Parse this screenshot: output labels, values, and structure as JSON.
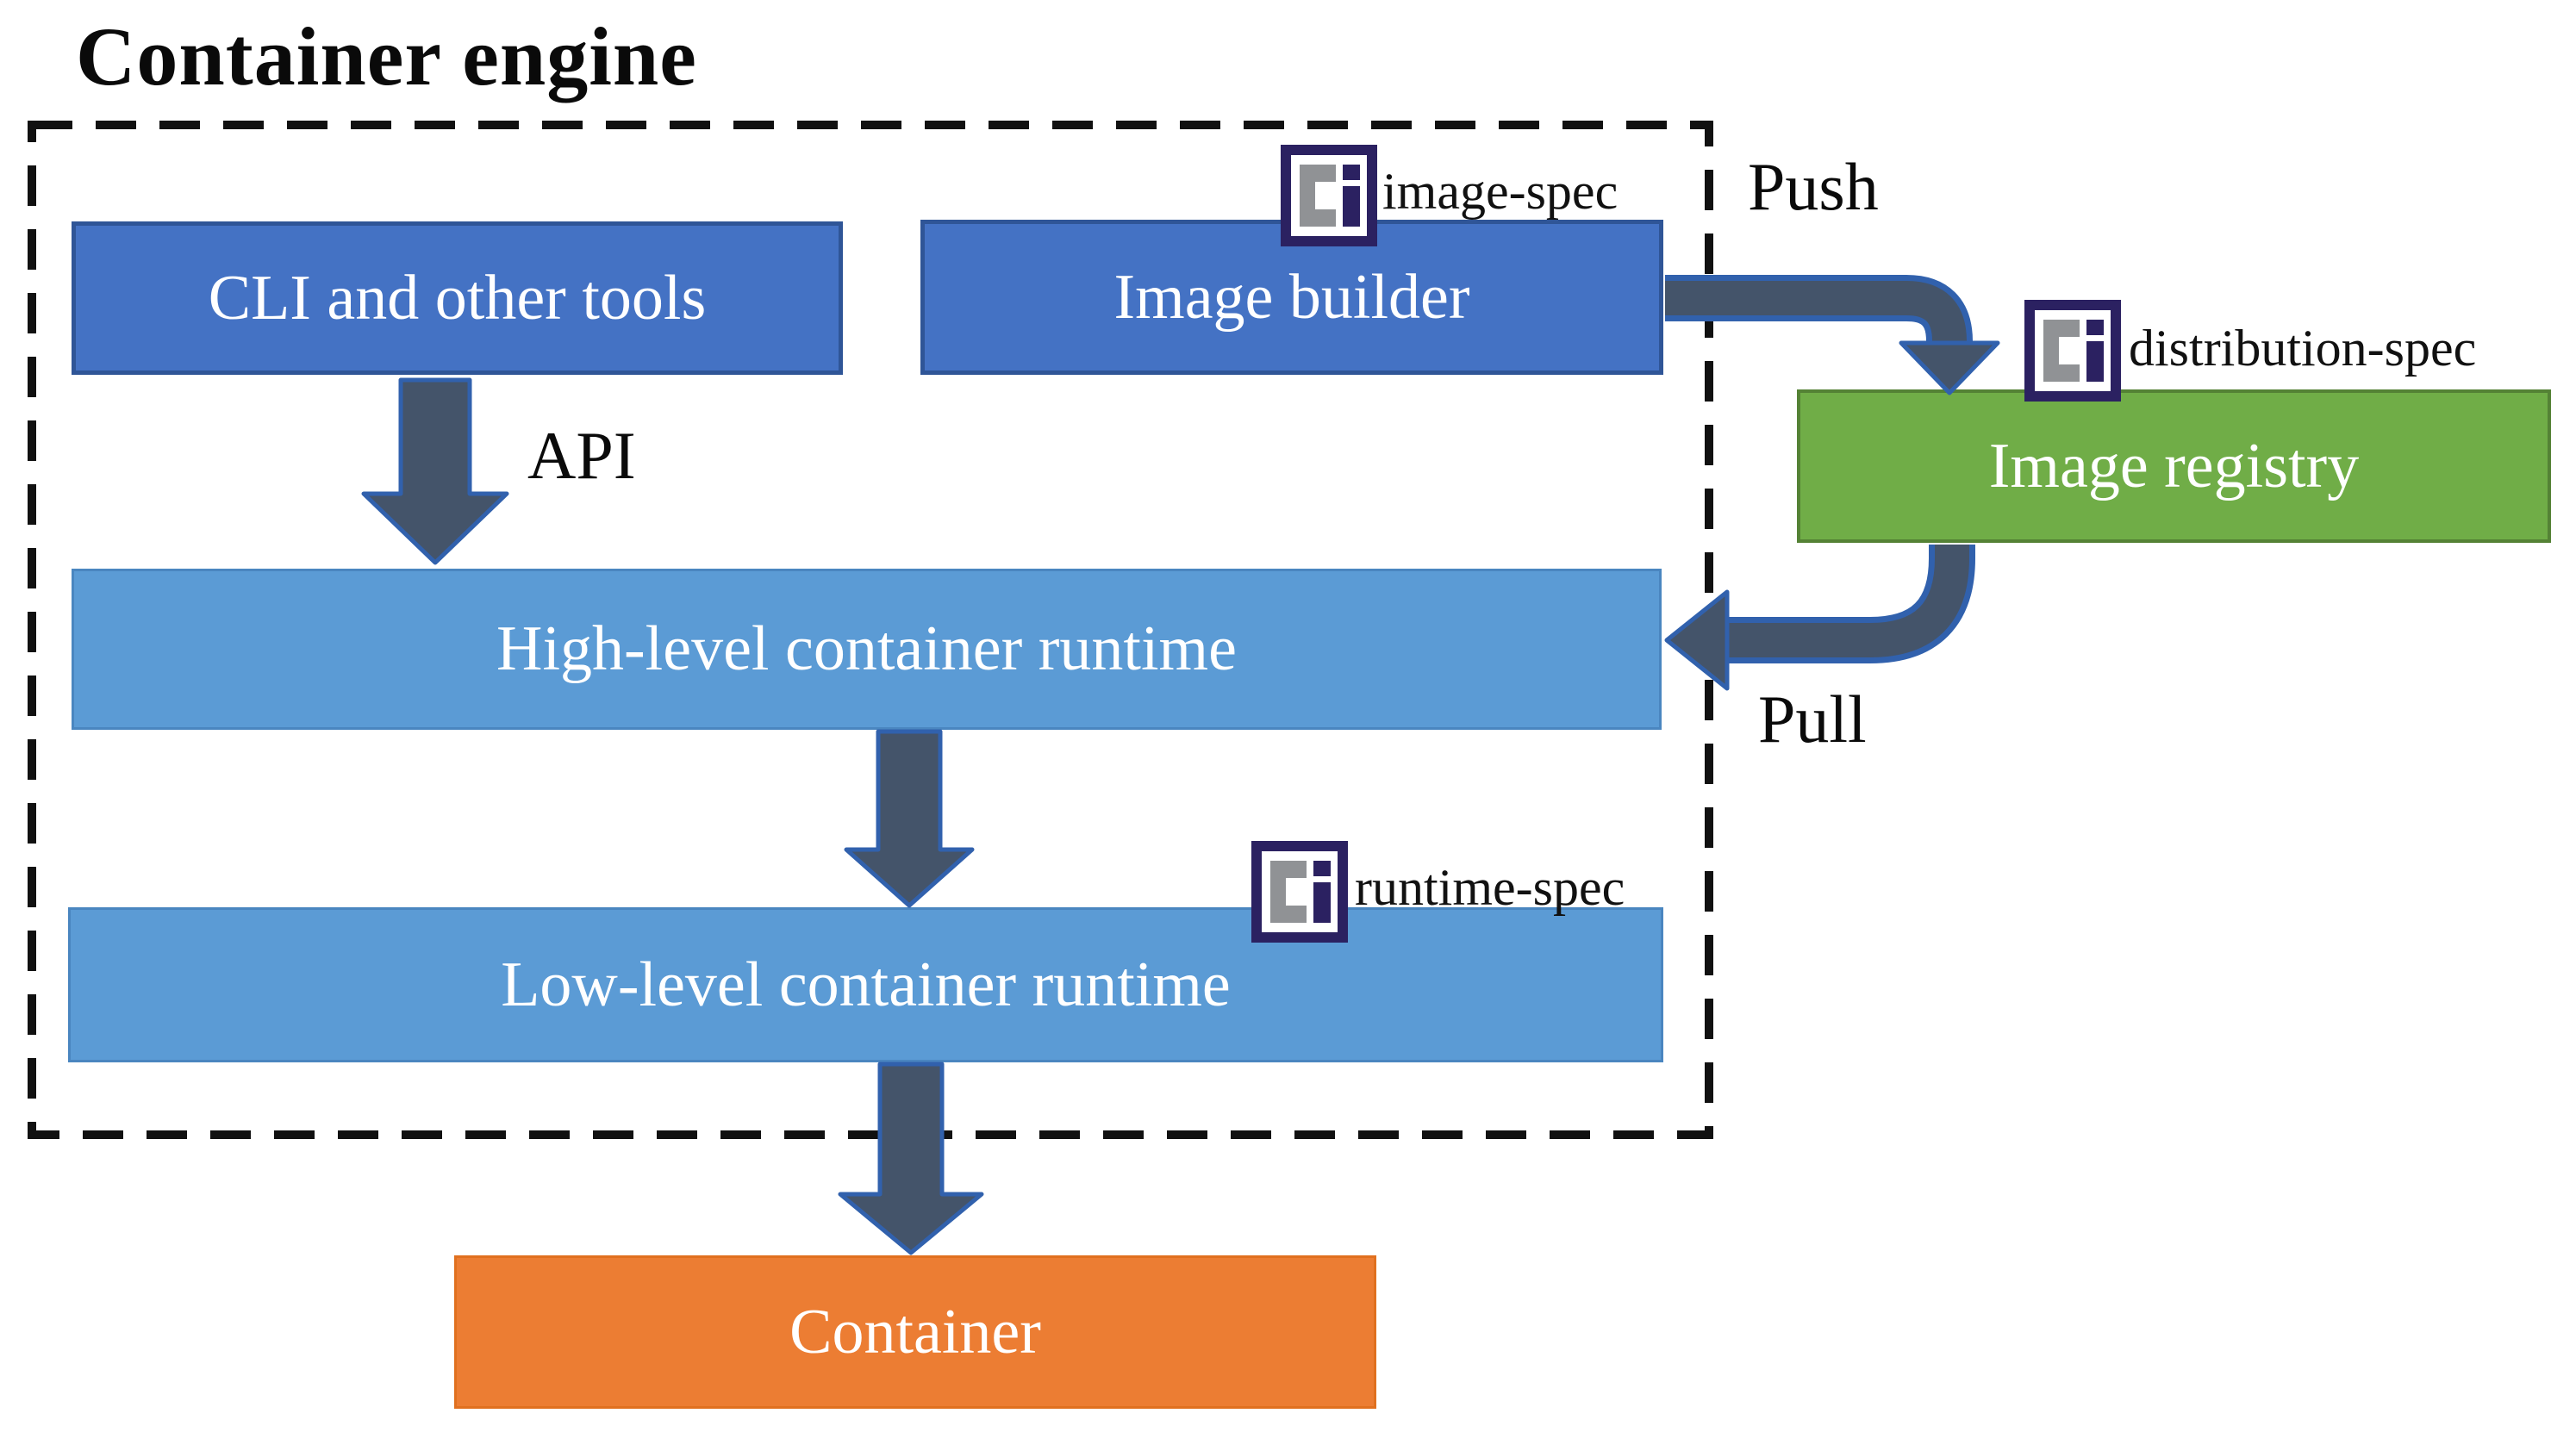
{
  "title": "Container engine",
  "boxes": {
    "cli": {
      "label": "CLI and other tools"
    },
    "image_builder": {
      "label": "Image builder"
    },
    "high_runtime": {
      "label": "High-level container runtime"
    },
    "low_runtime": {
      "label": "Low-level container runtime"
    },
    "image_registry": {
      "label": "Image registry"
    },
    "container": {
      "label": "Container"
    }
  },
  "flow_labels": {
    "api": "API",
    "push": "Push",
    "pull": "Pull"
  },
  "spec_labels": {
    "image": "image-spec",
    "distribution": "distribution-spec",
    "runtime": "runtime-spec"
  },
  "icons": {
    "oci_badge": "oci-logo-badge"
  },
  "colors": {
    "engine_box_blue": "#4472C4",
    "engine_box_border": "#2F5597",
    "runtime_box_blue": "#5B9BD5",
    "registry_green": "#70AD47",
    "registry_border": "#548235",
    "container_orange": "#EC7D33",
    "arrow_fill_slate": "#44546A",
    "arrow_border_blue": "#3161AD",
    "dashed_border_black": "#111111",
    "oci_navy": "#2B2161",
    "oci_gray": "#909295"
  }
}
